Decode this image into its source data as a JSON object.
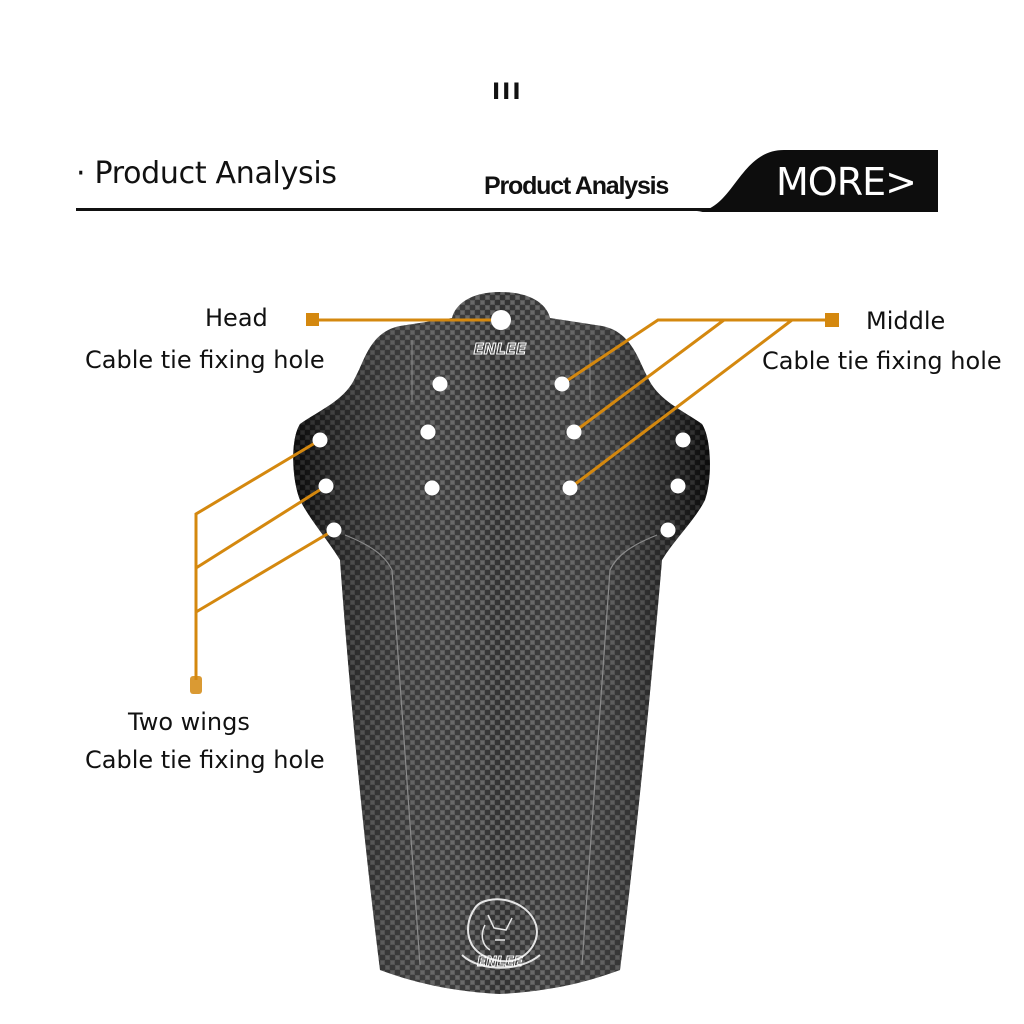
{
  "page_marker": "III",
  "header": {
    "title": "· Product Analysis",
    "subtitle": "Product Analysis",
    "more_label": "MORE>"
  },
  "product": {
    "brand": "ENLEE"
  },
  "callouts": {
    "head": {
      "line1": "Head",
      "line2": "Cable tie fixing hole"
    },
    "middle": {
      "line1": "Middle",
      "line2": "Cable tie fixing hole"
    },
    "wings": {
      "line1": "Two wings",
      "line2": "Cable tie fixing hole"
    }
  },
  "colors": {
    "leader_line": "#d4880f",
    "fender_dark": "#1a1a1a",
    "fender_mid": "#555555",
    "hole": "#ffffff",
    "header_text": "#111111"
  }
}
